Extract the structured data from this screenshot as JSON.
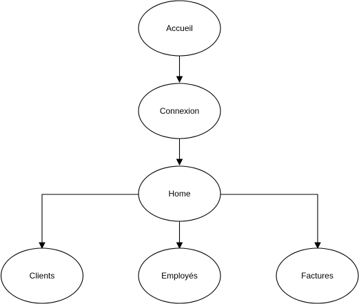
{
  "nodes": {
    "accueil": {
      "label": "Accueil"
    },
    "connexion": {
      "label": "Connexion"
    },
    "home": {
      "label": "Home"
    },
    "clients": {
      "label": "Clients"
    },
    "employes": {
      "label": "Employés"
    },
    "factures": {
      "label": "Factures"
    }
  },
  "edges": [
    {
      "from": "Accueil",
      "to": "Connexion"
    },
    {
      "from": "Connexion",
      "to": "Home"
    },
    {
      "from": "Home",
      "to": "Clients"
    },
    {
      "from": "Home",
      "to": "Employés"
    },
    {
      "from": "Home",
      "to": "Factures"
    }
  ],
  "colors": {
    "stroke": "#000000",
    "fill": "#ffffff",
    "background": "#ffffff"
  }
}
